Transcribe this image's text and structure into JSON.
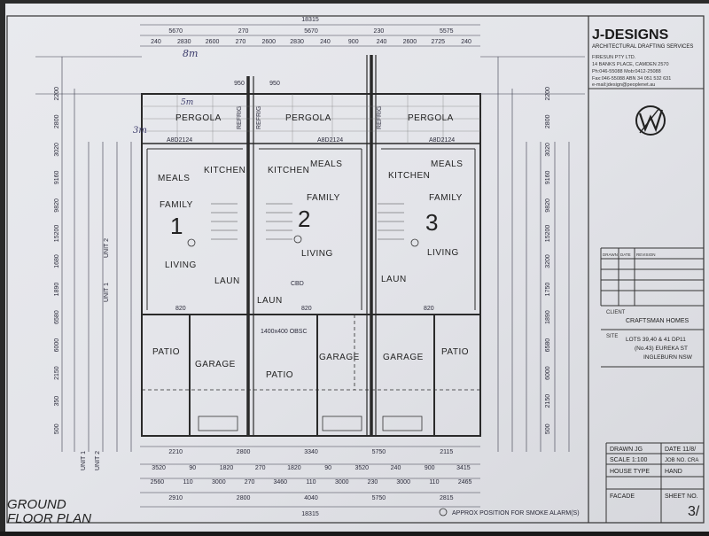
{
  "drawing": {
    "title_lines": [
      "GROUND",
      "FLOOR PLAN"
    ],
    "overall_width": "18315",
    "smoke_alarm_note": "APPROX POSITION FOR SMOKE ALARM(S)",
    "handwritten": {
      "top": "8m",
      "left": "3m",
      "pergola": "5m"
    },
    "units": [
      {
        "number": "1",
        "rooms": [
          "PERGOLA",
          "KITCHEN",
          "MEALS",
          "FAMILY",
          "LIVING",
          "LAUN",
          "GARAGE",
          "PATIO"
        ]
      },
      {
        "number": "2",
        "rooms": [
          "PERGOLA",
          "KITCHEN",
          "MEALS",
          "FAMILY",
          "LIVING",
          "LAUN",
          "GARAGE",
          "PATIO"
        ]
      },
      {
        "number": "3",
        "rooms": [
          "PERGOLA",
          "KITCHEN",
          "MEALS",
          "FAMILY",
          "LIVING",
          "LAUN",
          "GARAGE",
          "PATIO"
        ]
      }
    ],
    "minor_labels": {
      "window": "A8D2124",
      "fridge": "REFRIG",
      "opening": "1400x400 OBSC",
      "cupboard": "CBD",
      "door": "820"
    },
    "top_dims_row1": [
      "5670",
      "270",
      "5670",
      "230",
      "5575"
    ],
    "top_dims_row2": [
      "240",
      "2830",
      "2600",
      "270",
      "2600",
      "2830",
      "240",
      "900",
      "240",
      "2600",
      "2725",
      "240"
    ],
    "top_dims_row3": [
      "950",
      "950"
    ],
    "bottom_dims_row1": [
      "2210",
      "2800",
      "3340",
      "5750",
      "2115"
    ],
    "bottom_dims_row2": [
      "3520",
      "90",
      "1820",
      "270",
      "1820",
      "90",
      "3520",
      "240",
      "900",
      "3415"
    ],
    "bottom_dims_row3": [
      "2560",
      "110",
      "3000",
      "270",
      "3460",
      "110",
      "3000",
      "230",
      "3000",
      "110",
      "2465"
    ],
    "bottom_dims_row4": [
      "2910",
      "2800",
      "4040",
      "5750",
      "2815"
    ],
    "left_dims": [
      "2200",
      "2800",
      "3020",
      "9160",
      "9820",
      "15200",
      "1680",
      "1890",
      "6580",
      "6000",
      "2150",
      "350",
      "500"
    ],
    "left_unit_labels": [
      "UNIT 2",
      "UNIT 1",
      "UNIT 1",
      "UNIT 2"
    ],
    "right_dims": [
      "2200",
      "2800",
      "3020",
      "9160",
      "9820",
      "15200",
      "3200",
      "1750",
      "1890",
      "6580",
      "6000",
      "2150",
      "500"
    ]
  },
  "title_block": {
    "company": "J-DESIGNS",
    "subtitle": "ARCHITECTURAL DRAFTING SERVICES",
    "address_lines": [
      "FIRESUN PTY LTD.",
      "14 BANKS PLACE, CAMDEN 2570",
      "Ph:046-55088 Mob:0412-25088",
      "Fax:046-55088 ABN 34 051 532 631",
      "e-mail:jdesign@peoplenet.au"
    ],
    "revision_headers": [
      "DRAWN",
      "DATE",
      "REVISION"
    ],
    "client_label": "CLIENT",
    "client": "CRAFTSMAN HOMES",
    "site_label": "SITE",
    "site_lines": [
      "LOTS 39,40 & 41 DP11",
      "(No.43) EUREKA ST",
      "INGLEBURN NSW"
    ],
    "drawn": "DRAWN JG",
    "date": "DATE 11/8/",
    "scale": "SCALE 1:100",
    "job": "JOB NO. CRA",
    "house_type_label": "HOUSE TYPE",
    "house_type": "HAND",
    "facade_label": "FACADE",
    "sheet_label": "SHEET NO.",
    "sheet": "3/"
  }
}
